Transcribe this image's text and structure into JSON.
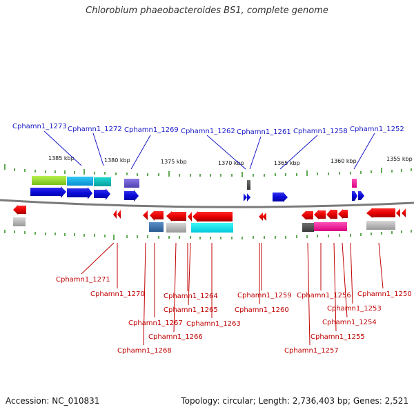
{
  "title": "Chlorobium phaeobacteroides BS1, complete genome",
  "footer": {
    "accession": "Accession: NC_010831",
    "topology": "Topology: circular; Length: 2,736,403 bp; Genes: 2,521"
  },
  "scale_labels": [
    "1385 kbp",
    "1380 kbp",
    "1375 kbp",
    "1370 kbp",
    "1365 kbp",
    "1360 kbp",
    "1355 kbp"
  ],
  "top_genes": [
    "Cphamn1_1273",
    "Cphamn1_1272",
    "Cphamn1_1269",
    "Cphamn1_1262",
    "Cphamn1_1261",
    "Cphamn1_1258",
    "Cphamn1_1252"
  ],
  "bottom_genes": [
    "Cphamn1_1271",
    "Cphamn1_1270",
    "Cphamn1_1267",
    "Cphamn1_1268",
    "Cphamn1_1264",
    "Cphamn1_1265",
    "Cphamn1_1266",
    "Cphamn1_1263",
    "Cphamn1_1259",
    "Cphamn1_1260",
    "Cphamn1_1256",
    "Cphamn1_1257",
    "Cphamn1_1254",
    "Cphamn1_1255",
    "Cphamn1_1253",
    "Cphamn1_1250"
  ],
  "colors": {
    "forward_strand": "#0a0ae0",
    "reverse_strand": "#e80000",
    "label_forward": "#1818c8",
    "label_reverse": "#c00000",
    "tick": "#2a8a1a",
    "backbone": "#7a7a7a"
  }
}
